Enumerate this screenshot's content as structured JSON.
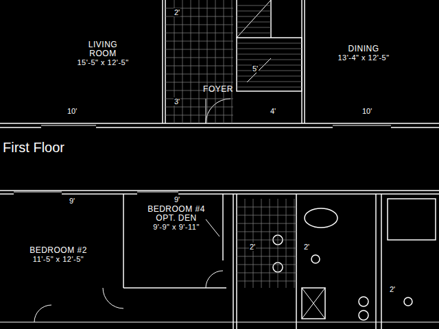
{
  "diagram": {
    "title": "First Floor",
    "nodes": [
      {
        "text": [
          "LIVING ROOM",
          "15'-5\" x 12'-5\""
        ]
      },
      {
        "text": [
          "FOYER"
        ]
      },
      {
        "text": [
          "DINING",
          "13'-4\" x 12'-5\""
        ]
      },
      {
        "text": [
          "BEDROOM #4 OPT. DEN",
          "9'-9\" x 9'-11\""
        ]
      },
      {
        "text": [
          "BEDROOM #2",
          "11'-5\" x 12'-5\""
        ]
      }
    ],
    "labels": [
      "10'",
      "4'",
      "10'",
      "3'",
      "2'",
      "5'",
      "9'",
      "9'",
      "2'",
      "2'",
      "2'"
    ]
  }
}
